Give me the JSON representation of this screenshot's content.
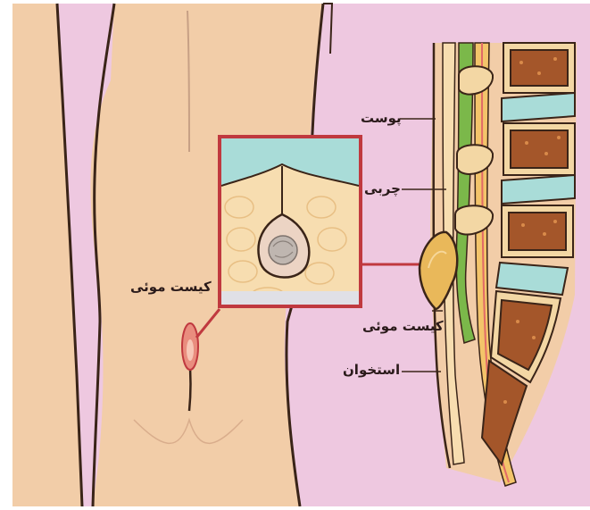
{
  "labels": {
    "back_cyst": "کیست موئی",
    "skin": "پوست",
    "fat": "چربی",
    "side_cyst": "کیست موئی",
    "bone": "استخوان"
  },
  "colors": {
    "background": "#eec8e0",
    "skin_tone": "#f2cda8",
    "outline": "#3a2418",
    "connector": "#c0393f",
    "skin_layer": "#a9dcd8",
    "fat_layer": "#f7ddb0",
    "muscle": "#7bb84a",
    "vertebra": "#a4562a",
    "disc": "#a9dcd8",
    "cyst": "#e9b85a"
  }
}
